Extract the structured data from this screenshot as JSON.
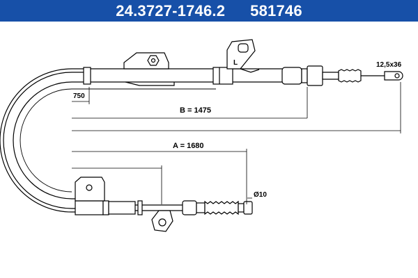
{
  "header": {
    "part_number": "24.3727-1746.2",
    "ref_number": "581746"
  },
  "dimensions": {
    "b_label": "B = 1475",
    "a_label": "A = 1680",
    "offset_label": "750",
    "eyelet_label": "12,5x36",
    "diameter_label": "Ø10",
    "l_marker": "L"
  },
  "colors": {
    "header_bg": "#1750a8",
    "header_text": "#ffffff",
    "line": "#000000"
  }
}
